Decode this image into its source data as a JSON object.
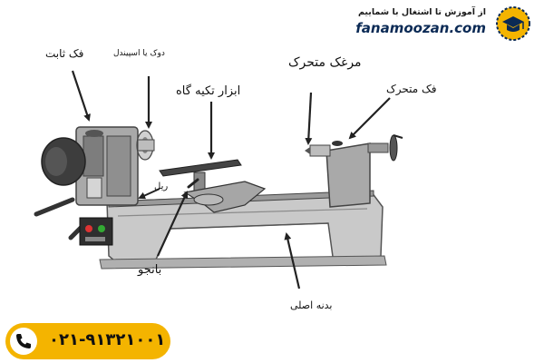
{
  "brand": {
    "tagline": "از آموزش تا اشتغال با شماییم",
    "site": "fanamoozan.com",
    "logo_icon": "graduation-cap-icon",
    "accent_color": "#f4b400",
    "text_color": "#0b2a55"
  },
  "diagram": {
    "labels": {
      "fixed_jaw": "فک ثابت",
      "spindle": "دوک یا اسپیندل",
      "tool_rest": "ابزار تکیه گاه",
      "moving_center": "مرغک متحرک",
      "moving_jaw": "فک متحرک",
      "rail": "ریل",
      "banjo": "بانجو",
      "main_body": "بدنه اصلی"
    }
  },
  "contact": {
    "phone": "۰۲۱-۹۱۳۲۱۰۰۱",
    "phone_icon": "phone-icon"
  }
}
